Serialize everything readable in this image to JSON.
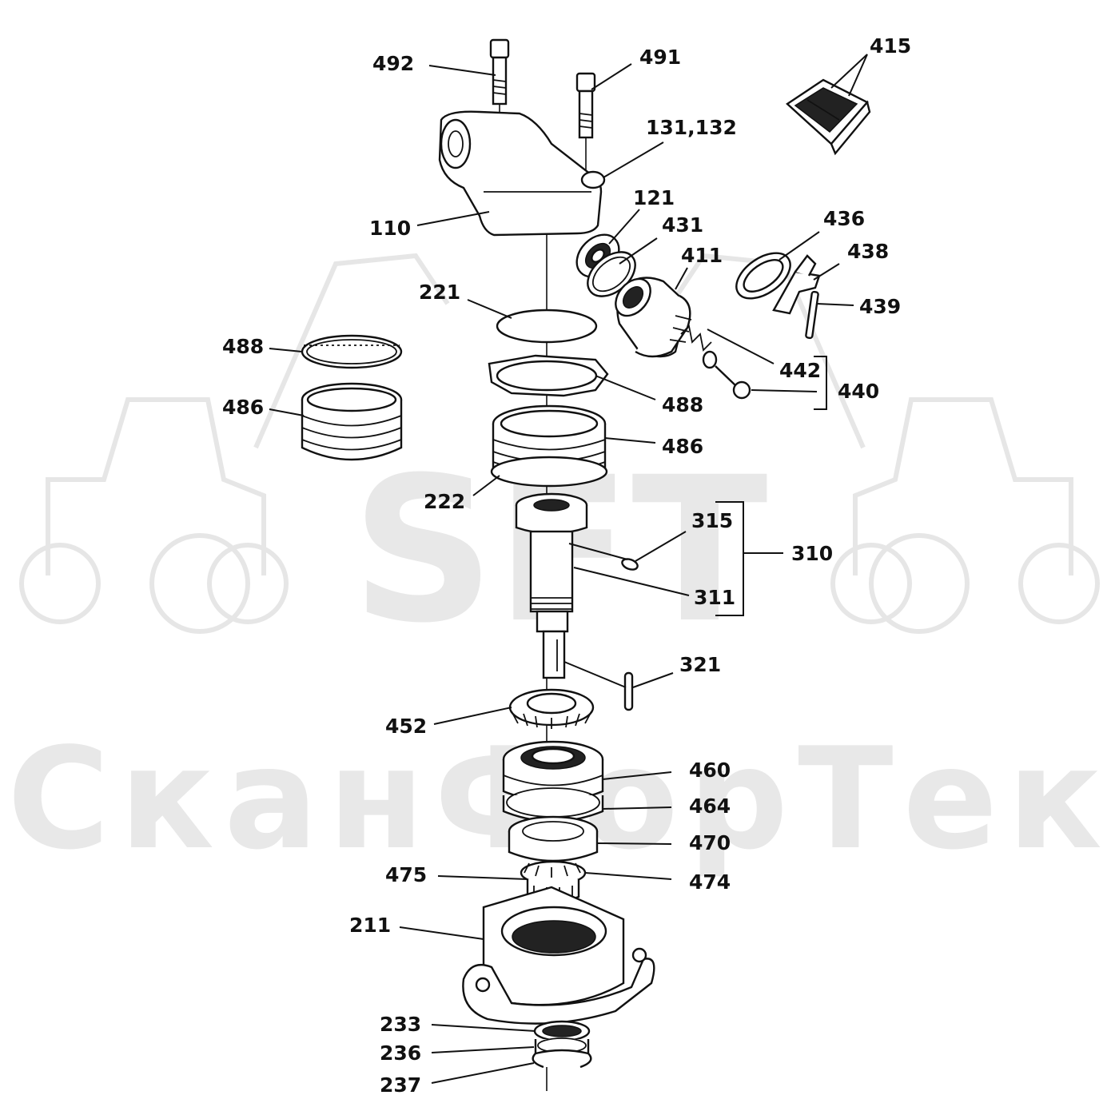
{
  "colors": {
    "ink": "#111111",
    "watermark": "#e8e8e8",
    "background": "#ffffff"
  },
  "watermark": {
    "logo": "SFT",
    "company": "СканФорТек"
  },
  "labels": [
    {
      "id": "492",
      "text": "492"
    },
    {
      "id": "491",
      "text": "491"
    },
    {
      "id": "415",
      "text": "415"
    },
    {
      "id": "131_132",
      "text": "131,132"
    },
    {
      "id": "121",
      "text": "121"
    },
    {
      "id": "110",
      "text": "110"
    },
    {
      "id": "431",
      "text": "431"
    },
    {
      "id": "436",
      "text": "436"
    },
    {
      "id": "411",
      "text": "411"
    },
    {
      "id": "438",
      "text": "438"
    },
    {
      "id": "221",
      "text": "221"
    },
    {
      "id": "439",
      "text": "439"
    },
    {
      "id": "488_left",
      "text": "488"
    },
    {
      "id": "442",
      "text": "442"
    },
    {
      "id": "440",
      "text": "440"
    },
    {
      "id": "486_left",
      "text": "486"
    },
    {
      "id": "488_right",
      "text": "488"
    },
    {
      "id": "486_right",
      "text": "486"
    },
    {
      "id": "222",
      "text": "222"
    },
    {
      "id": "315",
      "text": "315"
    },
    {
      "id": "310",
      "text": "310"
    },
    {
      "id": "311",
      "text": "311"
    },
    {
      "id": "321",
      "text": "321"
    },
    {
      "id": "452",
      "text": "452"
    },
    {
      "id": "460",
      "text": "460"
    },
    {
      "id": "464",
      "text": "464"
    },
    {
      "id": "470",
      "text": "470"
    },
    {
      "id": "475",
      "text": "475"
    },
    {
      "id": "474",
      "text": "474"
    },
    {
      "id": "211",
      "text": "211"
    },
    {
      "id": "233",
      "text": "233"
    },
    {
      "id": "236",
      "text": "236"
    },
    {
      "id": "237",
      "text": "237"
    }
  ]
}
